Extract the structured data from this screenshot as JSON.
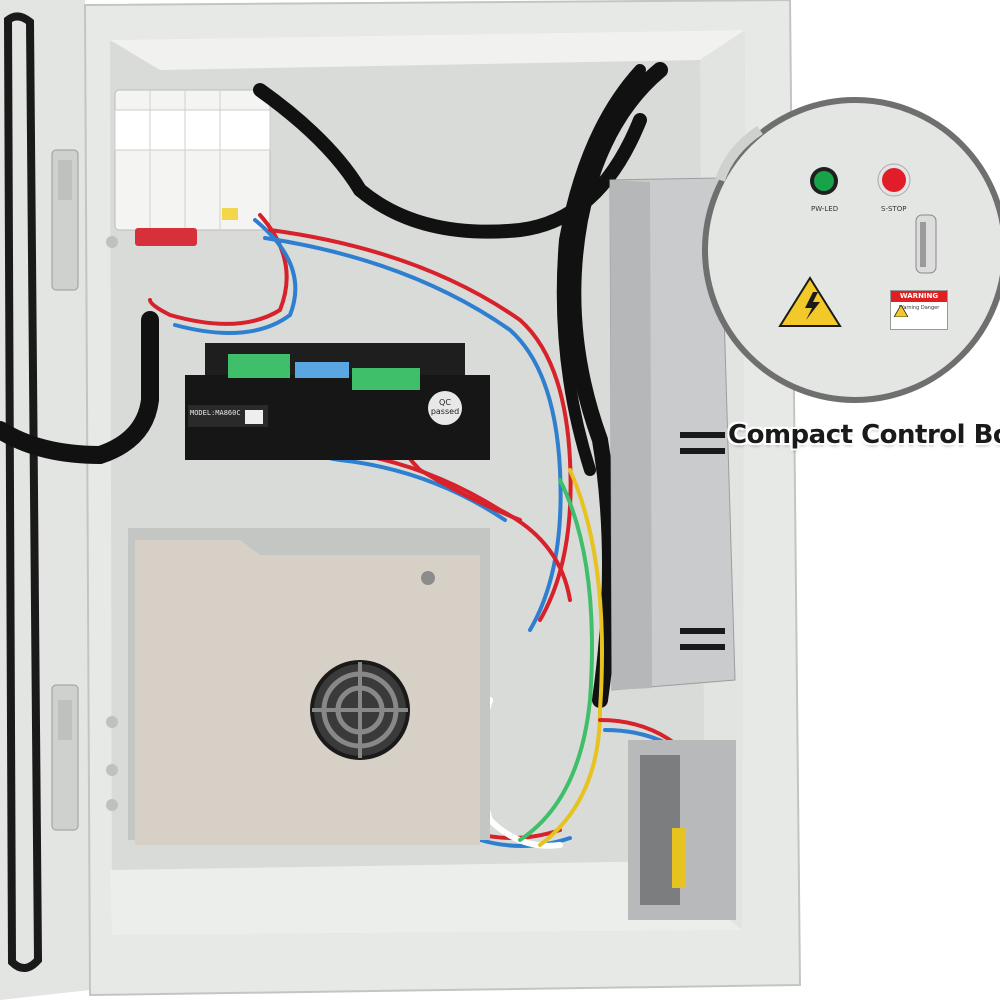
{
  "image": {
    "caption": "Compact Control Box",
    "zoom_panel": {
      "left_indicator_label": "PW-LED",
      "right_indicator_label": "S-STOP",
      "warning_label": "WARNING",
      "warning_sub_label": "Warning Danger"
    },
    "driver_module": {
      "model_label": "MODEL:MA860C",
      "qc_sticker": "QC passed"
    }
  },
  "colors": {
    "enclosure": "#e7e9e6",
    "enclosure_shadow": "#c9ccc8",
    "interior": "#d9dbd8",
    "door_gasket": "#1a1a1a",
    "wire_red": "#d8222b",
    "wire_blue": "#2f7fd0",
    "wire_black": "#111111",
    "terminal_green": "#3fbf6a",
    "psu_metal": "#c9cbcd",
    "spindle_psu": "#d7d0c6",
    "zoom_border": "#6f6f6f",
    "indicator_green": "#16a34a",
    "estop_red": "#e11d2a"
  },
  "icons": [
    "hinge-icon",
    "fan-grille-icon",
    "green-indicator-icon",
    "red-estop-icon",
    "lock-handle-icon",
    "lightning-warning-icon",
    "warning-triangle-icon"
  ]
}
